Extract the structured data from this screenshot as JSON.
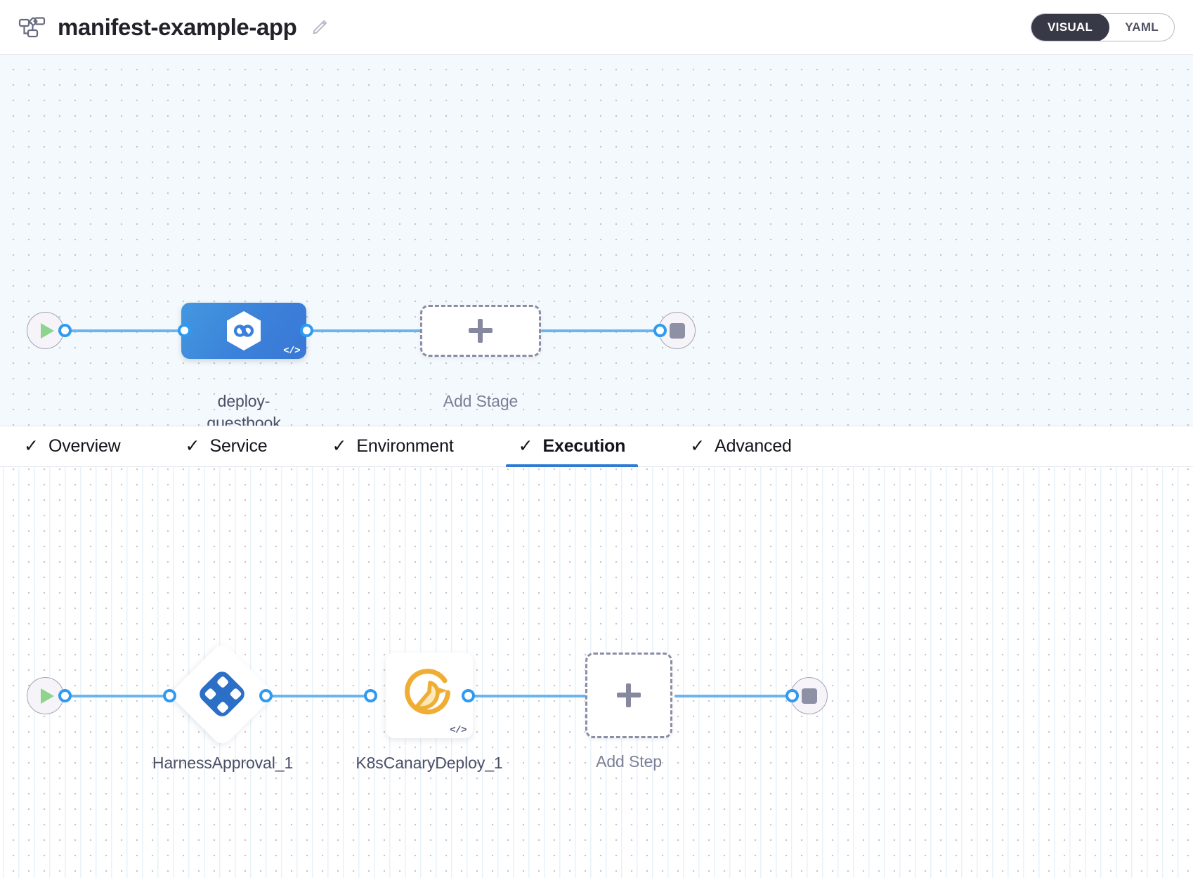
{
  "header": {
    "pipeline_icon": "pipeline-icon",
    "title": "manifest-example-app",
    "edit_icon": "pencil-icon",
    "mode_toggle": {
      "selected": "VISUAL",
      "options": [
        "VISUAL",
        "YAML"
      ]
    }
  },
  "stage_canvas": {
    "start_icon": "play-icon",
    "end_icon": "stop-icon",
    "stage": {
      "label": "deploy-guestbook",
      "icon": "harness-service-hexagon-icon",
      "badge": "</>"
    },
    "add_stage": {
      "label": "Add Stage",
      "icon": "plus-icon"
    }
  },
  "tabs": [
    {
      "label": "Overview",
      "check": "✓",
      "active": false
    },
    {
      "label": "Service",
      "check": "✓",
      "active": false
    },
    {
      "label": "Environment",
      "check": "✓",
      "active": false
    },
    {
      "label": "Execution",
      "check": "✓",
      "active": true
    },
    {
      "label": "Advanced",
      "check": "✓",
      "active": false
    }
  ],
  "execution_canvas": {
    "start_icon": "play-icon",
    "end_icon": "stop-icon",
    "steps": [
      {
        "label": "HarnessApproval_1",
        "icon": "harness-approval-icon",
        "shape": "diamond"
      },
      {
        "label": "K8sCanaryDeploy_1",
        "icon": "canary-bird-icon",
        "shape": "square",
        "badge": "</>"
      }
    ],
    "add_step": {
      "label": "Add Step",
      "icon": "plus-icon"
    }
  },
  "colors": {
    "accent_blue": "#2e9bf0",
    "connector": "#68b5f0",
    "stage_blue": "#3b81da",
    "tab_active_underline": "#2e7ad4",
    "canary_orange": "#f0ad33",
    "approval_blue": "#2b6fc6",
    "toggle_active_bg": "#383946"
  }
}
